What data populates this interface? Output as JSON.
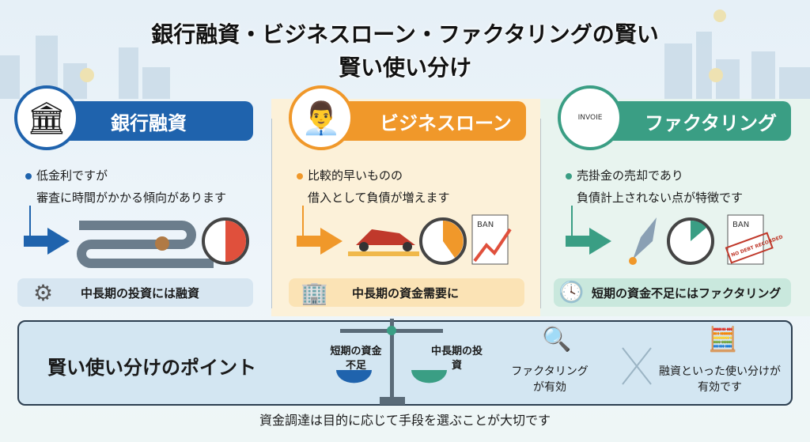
{
  "title": {
    "line1": "銀行融資・ビジネスローン・ファクタリングの賢い",
    "line2": "賢い使い分け"
  },
  "colors": {
    "bank": "#1f63ad",
    "loan": "#f0982a",
    "factoring": "#3a9e84"
  },
  "columns": [
    {
      "name": "銀行融資",
      "icon": "bank-icon",
      "bullet1": "低金利ですが",
      "bullet2": "審査に時間がかかる傾向があります",
      "illustration": [
        "winding-road-snail",
        "stopwatch-red"
      ],
      "sub": "中長期の投資には融資",
      "sub_icon": "gear-icon"
    },
    {
      "name": "ビジネスローン",
      "icon": "businessman-icon",
      "bullet1": "比較的早いものの",
      "bullet2": "借入として負債が増えます",
      "illustration": [
        "race-car",
        "stopwatch-orange",
        "document-chart"
      ],
      "doc_label": "BAN",
      "sub": "中長期の資金需要に",
      "sub_icon": "building-icon"
    },
    {
      "name": "ファクタリング",
      "icon": "invoice-hand-icon",
      "icon_text": "INVOIE",
      "bullet1": "売掛金の売却であり",
      "bullet2": "負債計上されない点が特徴です",
      "illustration": [
        "rocket",
        "stopwatch-green",
        "document-stamp"
      ],
      "doc_label": "BAN",
      "stamp": "NO DEBT RECORDED",
      "sub": "短期の資金不足にはファクタリング",
      "sub_icon": "clock-icon"
    }
  ],
  "points": {
    "heading": "賢い使い分けのポイント",
    "left_pan": "短期の資金不足",
    "right_pan": "中長期の投資",
    "factoring_text": "ファクタリングが有効",
    "loan_text": "融資といった使い分けが有効です"
  },
  "footer": "資金調達は目的に応じて手段を選ぶことが大切です"
}
